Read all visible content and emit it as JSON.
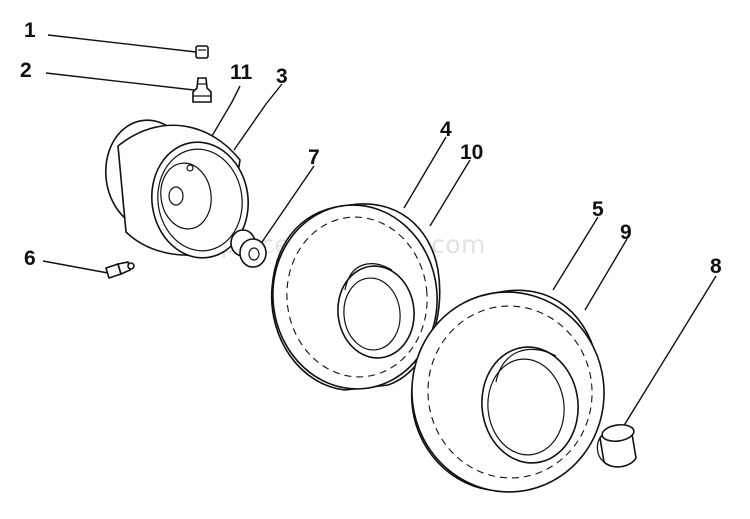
{
  "watermark": "eReplacementParts.com",
  "callouts": [
    {
      "id": "1",
      "label": "1",
      "part": "valve-cap"
    },
    {
      "id": "2",
      "label": "2",
      "part": "valve-stem"
    },
    {
      "id": "3",
      "label": "3",
      "part": "rim-assembly"
    },
    {
      "id": "4",
      "label": "4",
      "part": "tire"
    },
    {
      "id": "5",
      "label": "5",
      "part": "tire"
    },
    {
      "id": "6",
      "label": "6",
      "part": "grease-fitting"
    },
    {
      "id": "7",
      "label": "7",
      "part": "washer"
    },
    {
      "id": "8",
      "label": "8",
      "part": "bushing"
    },
    {
      "id": "9",
      "label": "9",
      "part": "tube"
    },
    {
      "id": "10",
      "label": "10",
      "part": "tube"
    },
    {
      "id": "11",
      "label": "11",
      "part": "rim"
    }
  ],
  "colors": {
    "ink": "#111111",
    "watermark": "#e2e2e2",
    "background": "#ffffff"
  }
}
